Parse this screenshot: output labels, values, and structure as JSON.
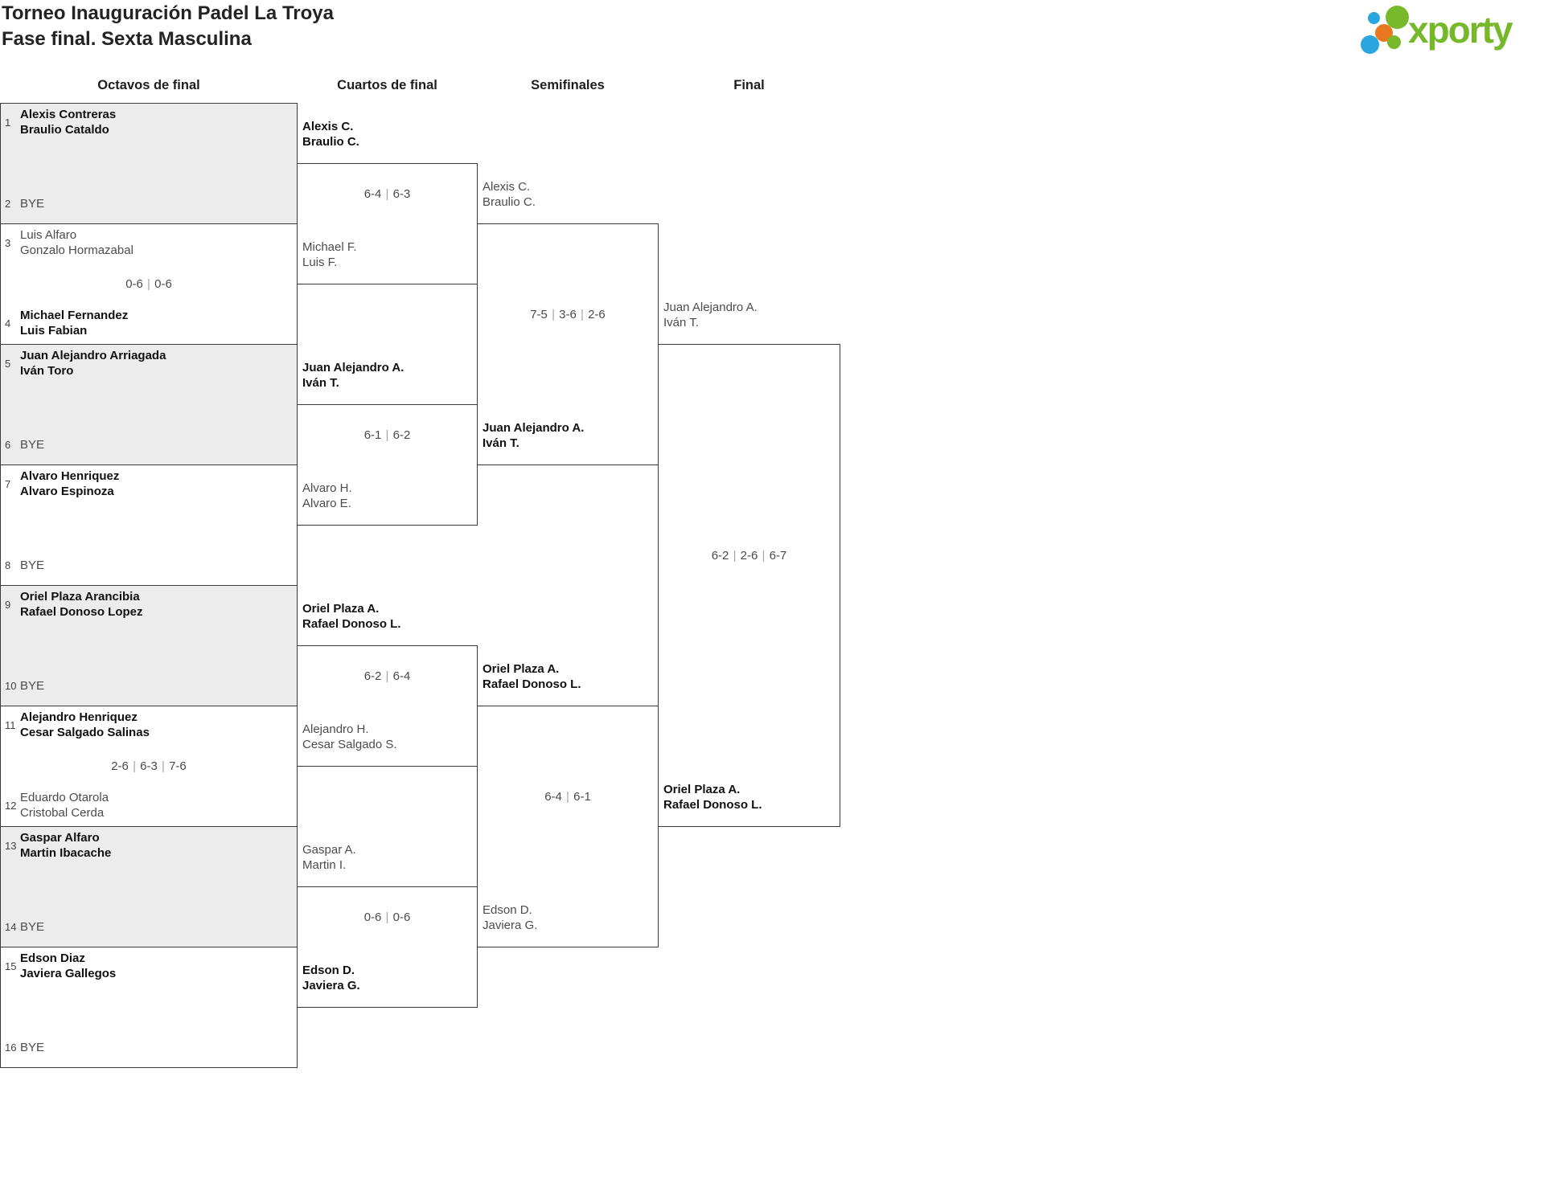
{
  "page": {
    "title_line1": "Torneo Inauguración Padel La Troya",
    "title_line2": "Fase final. Sexta Masculina"
  },
  "logo": {
    "text": "xporty",
    "green": "#76b82a",
    "blue": "#2aa5de",
    "orange": "#e8781f"
  },
  "colors": {
    "line": "#3a3a3a",
    "bye_box_bg": "#ececec",
    "winner_text": "#111111",
    "normal_text": "#4c4c4c"
  },
  "rounds": [
    "Octavos de final",
    "Cuartos de final",
    "Semifinales",
    "Final"
  ],
  "r16": [
    {
      "seed1": "1",
      "team1": [
        "Alexis Contreras",
        "Braulio Cataldo"
      ],
      "seed2": "2",
      "team2": [
        "BYE"
      ],
      "score": "",
      "winner": 1
    },
    {
      "seed1": "3",
      "team1": [
        "Luis Alfaro",
        "Gonzalo Hormazabal"
      ],
      "seed2": "4",
      "team2": [
        "Michael Fernandez",
        "Luis Fabian"
      ],
      "score": "0-6 | 0-6",
      "winner": 2
    },
    {
      "seed1": "5",
      "team1": [
        "Juan Alejandro Arriagada",
        "Iván Toro"
      ],
      "seed2": "6",
      "team2": [
        "BYE"
      ],
      "score": "",
      "winner": 1
    },
    {
      "seed1": "7",
      "team1": [
        "Alvaro Henriquez",
        "Alvaro Espinoza"
      ],
      "seed2": "8",
      "team2": [
        "BYE"
      ],
      "score": "",
      "winner": 1
    },
    {
      "seed1": "9",
      "team1": [
        "Oriel Plaza Arancibia",
        "Rafael Donoso Lopez"
      ],
      "seed2": "10",
      "team2": [
        "BYE"
      ],
      "score": "",
      "winner": 1
    },
    {
      "seed1": "11",
      "team1": [
        "Alejandro Henriquez",
        "Cesar Salgado Salinas"
      ],
      "seed2": "12",
      "team2": [
        "Eduardo Otarola",
        "Cristobal Cerda"
      ],
      "score": "2-6 | 6-3 | 7-6",
      "winner": 1
    },
    {
      "seed1": "13",
      "team1": [
        "Gaspar Alfaro",
        "Martin Ibacache"
      ],
      "seed2": "14",
      "team2": [
        "BYE"
      ],
      "score": "",
      "winner": 1
    },
    {
      "seed1": "15",
      "team1": [
        "Edson Diaz",
        "Javiera Gallegos"
      ],
      "seed2": "16",
      "team2": [
        "BYE"
      ],
      "score": "",
      "winner": 1
    }
  ],
  "quarterfinals": [
    {
      "team1": [
        "Alexis C.",
        "Braulio C."
      ],
      "team2": [
        "Michael F.",
        "Luis F."
      ],
      "score": "6-4 | 6-3",
      "winner": 1
    },
    {
      "team1": [
        "Juan Alejandro A.",
        "Iván T."
      ],
      "team2": [
        "Alvaro H.",
        "Alvaro E."
      ],
      "score": "6-1 | 6-2",
      "winner": 1
    },
    {
      "team1": [
        "Oriel Plaza A.",
        "Rafael Donoso L."
      ],
      "team2": [
        "Alejandro H.",
        "Cesar Salgado S."
      ],
      "score": "6-2 | 6-4",
      "winner": 1
    },
    {
      "team1": [
        "Gaspar A.",
        "Martin I."
      ],
      "team2": [
        "Edson D.",
        "Javiera G."
      ],
      "score": "0-6 | 0-6",
      "winner": 2
    }
  ],
  "semifinals": [
    {
      "team1": [
        "Alexis C.",
        "Braulio C."
      ],
      "team2": [
        "Juan Alejandro A.",
        "Iván T."
      ],
      "score": "7-5 | 3-6 | 2-6",
      "winner": 2
    },
    {
      "team1": [
        "Oriel Plaza A.",
        "Rafael Donoso L."
      ],
      "team2": [
        "Edson D.",
        "Javiera G."
      ],
      "score": "6-4 | 6-1",
      "winner": 1
    }
  ],
  "final": {
    "team1": [
      "Juan Alejandro A.",
      "Iván T."
    ],
    "team2": [
      "Oriel Plaza A.",
      "Rafael Donoso L."
    ],
    "score": "6-2 | 2-6 | 6-7",
    "winner": 2
  }
}
